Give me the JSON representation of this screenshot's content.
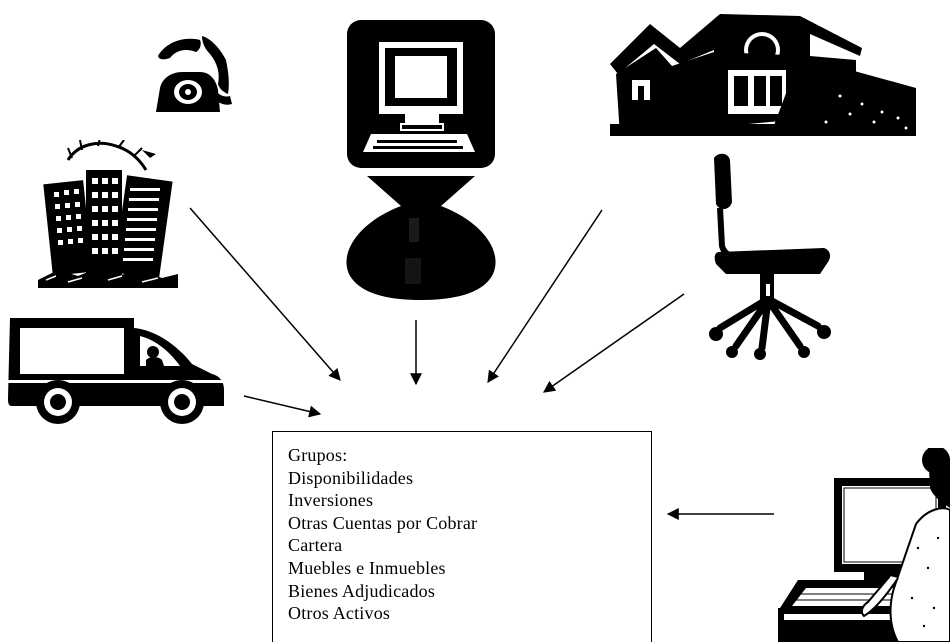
{
  "groups": {
    "heading": "Grupos:",
    "items": [
      "Disponibilidades",
      "Inversiones",
      "Otras Cuentas por Cobrar",
      "Cartera",
      "Muebles e Inmuebles",
      "Bienes Adjudicados",
      "Otros Activos"
    ]
  },
  "icons": [
    "telephone-icon",
    "buildings-icon",
    "delivery-van-icon",
    "computer-icon",
    "money-bag-icon",
    "house-icon",
    "office-chair-icon",
    "person-at-computer-icon"
  ]
}
